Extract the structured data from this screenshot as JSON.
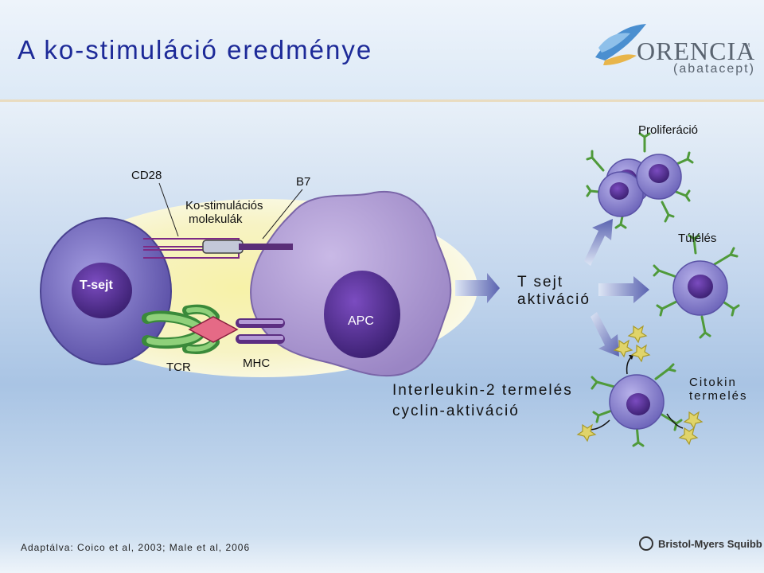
{
  "header": {
    "title": "A ko-stimuláció eredménye",
    "logo": {
      "word": "ORENCIA",
      "tm": "TM",
      "sub": "(abatacept)"
    }
  },
  "diagram": {
    "labels": {
      "cd28": "CD28",
      "b7": "B7",
      "kostim": "Ko-stimulációs",
      "molekulak": "molekulák",
      "tsejt": "T-sejt",
      "tcr": "TCR",
      "mhc": "MHC",
      "apc": "APC",
      "tsejt_aktiv_1": "T sejt",
      "tsejt_aktiv_2": "aktiváció",
      "proliferacio": "Proliferáció",
      "tuleles": "Túlélés",
      "citokin_1": "Citokin",
      "citokin_2": "termelés",
      "il2_1": "Interleukin-2 termelés",
      "il2_2": "cyclin-aktiváció"
    }
  },
  "footer": {
    "source": "Adaptálva: Coico et al, 2003; Male et al, 2006",
    "company": "Bristol-Myers Squibb"
  },
  "colors": {
    "title": "#1d2a98",
    "tcell": "#6e63b4",
    "nucleus": "#4a2a86",
    "apc": "#a796cc"
  }
}
